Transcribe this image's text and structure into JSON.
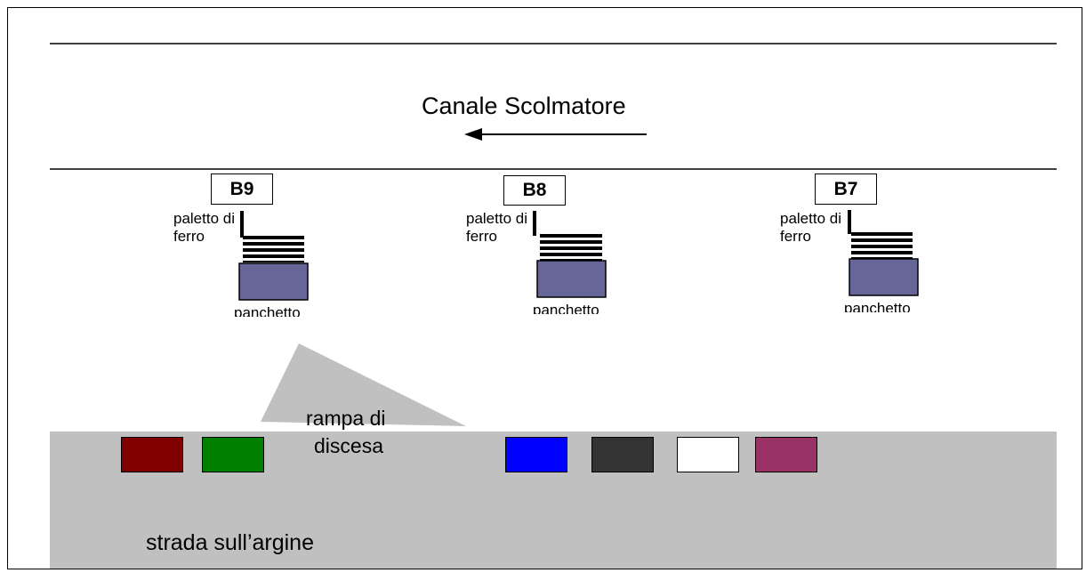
{
  "channel": {
    "label": "Canale Scolmatore",
    "arrow_direction": "left"
  },
  "stations": [
    {
      "id": "B9",
      "pole_label": "paletto di ferro",
      "bench_label": "panchetto"
    },
    {
      "id": "B8",
      "pole_label": "paletto di ferro",
      "bench_label": "panchetto"
    },
    {
      "id": "B7",
      "pole_label": "paletto di ferro",
      "bench_label": "panchetto"
    }
  ],
  "ramp": {
    "label_line1": "rampa di",
    "label_line2": "discesa"
  },
  "road": {
    "label": "strada sull’argine"
  },
  "colors": {
    "road": "#c0c0c0",
    "bench": "#666699",
    "swatches": [
      "#800000",
      "#008000",
      "#0000ff",
      "#333333",
      "#ffffff",
      "#993366"
    ]
  }
}
